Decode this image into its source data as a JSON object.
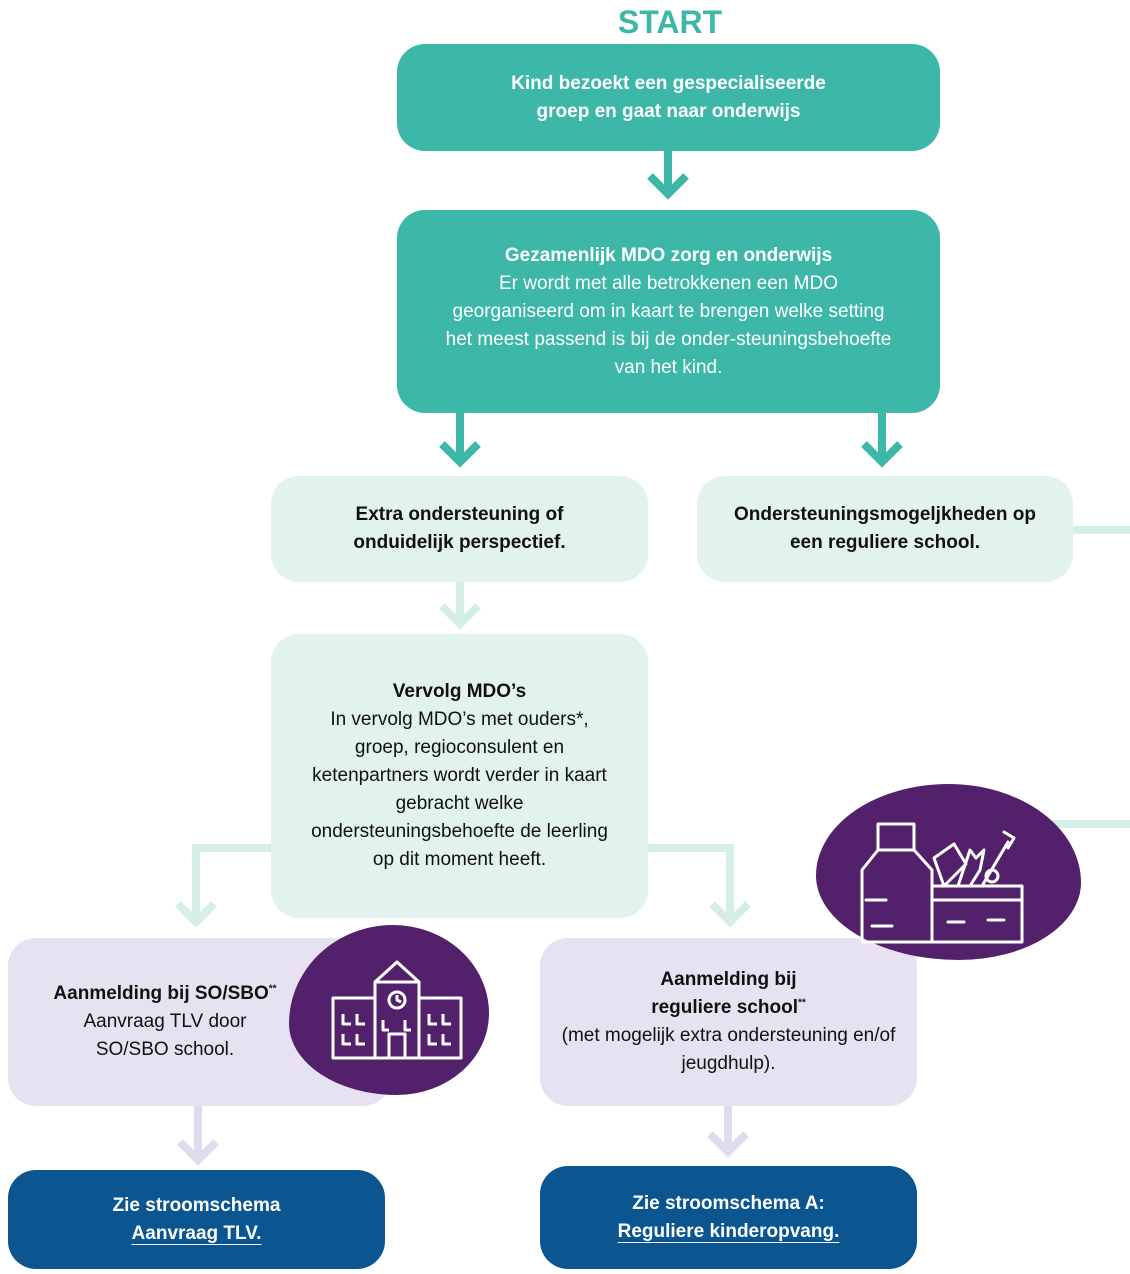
{
  "start_label": "START",
  "nodes": {
    "start_box": {
      "title": "Kind bezoekt een gespecialiseerde groep en gaat naar onderwijs"
    },
    "mdo": {
      "title": "Gezamenlijk MDO zorg en onderwijs",
      "body": "Er wordt met alle betrokkenen een MDO georganiseerd om in kaart te brengen welke setting het meest passend is bij de onder-steuningsbehoefte van het kind."
    },
    "extra": {
      "title": "Extra ondersteuning of onduidelijk perspectief."
    },
    "regular_options": {
      "title": "Ondersteuningsmogeljkheden op een reguliere school."
    },
    "follow_up": {
      "title": "Vervolg MDO’s",
      "body": "In vervolg MDO’s met ouders*, groep, regioconsulent en ketenpartners wordt verder in kaart gebracht welke ondersteuningsbehoefte de leerling op dit moment heeft."
    },
    "so_sbo": {
      "title": "Aanmelding bij SO/SBO",
      "title_mark": "**",
      "body": "Aanvraag TLV door SO/SBO school."
    },
    "regular_school": {
      "title": "Aanmelding bij reguliere school",
      "title_mark": "**",
      "body": "(met mogelijk extra ondersteuning en/of jeugdhulp)."
    },
    "see_tlv": {
      "line1": "Zie stroomschema",
      "line2": "Aanvraag TLV."
    },
    "see_a": {
      "line1": "Zie stroomschema A:",
      "line2": "Reguliere kinderopvang."
    }
  },
  "icons": {
    "school": "school-building-icon",
    "toolbox": "toolbox-icon"
  },
  "colors": {
    "teal": "#3db8a8",
    "pale_green": "#e2f2ee",
    "lavender": "#e6e2f1",
    "navy": "#0b5690",
    "purple": "#53206c"
  }
}
